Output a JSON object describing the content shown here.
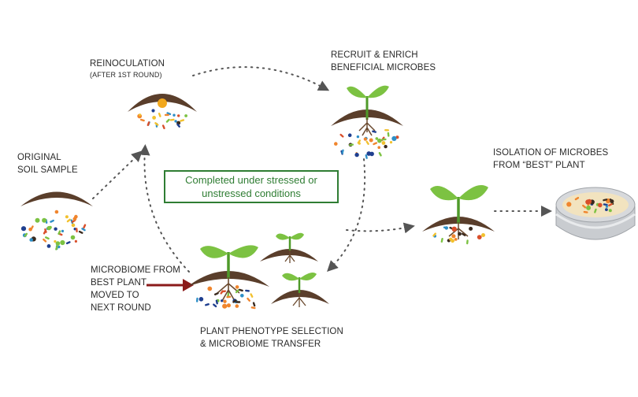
{
  "labels": {
    "original_line1": "ORIGINAL",
    "original_line2": "SOIL SAMPLE",
    "reinoculation": "REINOCULATION",
    "reinoculation_sub": "(AFTER 1ST ROUND)",
    "recruit_line1": "RECRUIT & ENRICH",
    "recruit_line2": "BENEFICIAL MICROBES",
    "isolation_line1": "ISOLATION OF MICROBES",
    "isolation_line2": "FROM “BEST” PLANT",
    "microbiome_line1": "MICROBIOME FROM",
    "microbiome_line2": "BEST PLANT",
    "microbiome_line3": "MOVED TO",
    "microbiome_line4": "NEXT ROUND",
    "phenotype_line1": "PLANT PHENOTYPE SELECTION",
    "phenotype_line2": "& MICROBIOME TRANSFER"
  },
  "note": {
    "line1": "Completed under stressed or",
    "line2": "unstressed conditions"
  },
  "colors": {
    "soil": "#5a3e2b",
    "leaf": "#7cc242",
    "leaf_dark": "#4f9a2a",
    "root": "#6b4a2f",
    "arrow": "#555555",
    "highlight_arrow": "#8b1a1a",
    "note_border": "#2f7d33",
    "microbe_palette": [
      "#f0852d",
      "#2e8fc7",
      "#7cc242",
      "#f2c12e",
      "#1f3f8f",
      "#3a2a1f",
      "#d94f2b"
    ]
  }
}
